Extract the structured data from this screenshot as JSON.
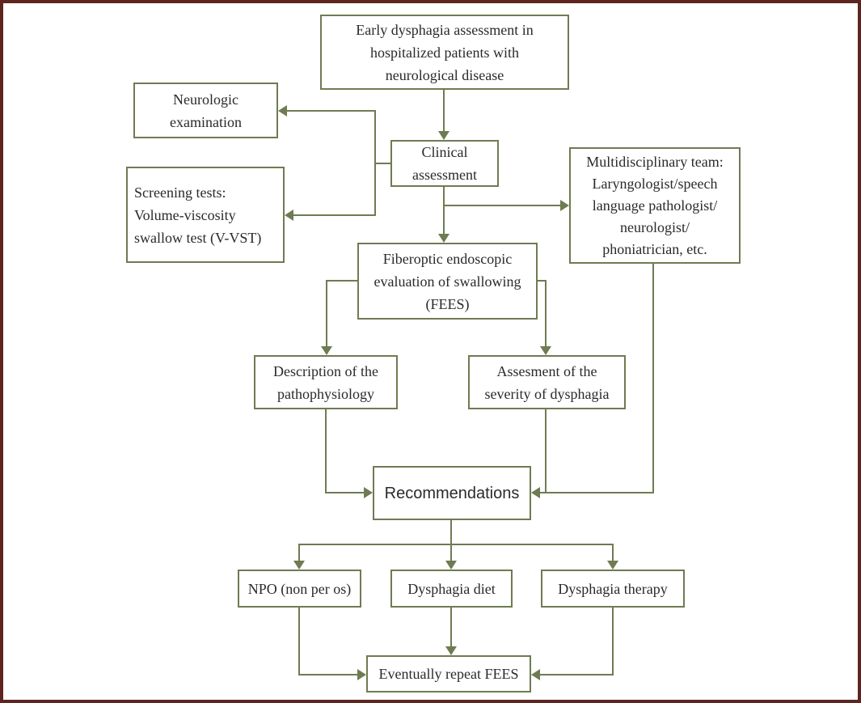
{
  "diagram": {
    "description": "Flowchart of early dysphagia assessment in hospitalized patients with neurological disease",
    "colors": {
      "line": "#6f7b52",
      "frame_border": "#5e241f",
      "text": "#2a2a2a",
      "background": "#ffffff"
    },
    "nodes": {
      "early": "Early dysphagia assessment in\nhospitalized patients with\nneurological disease",
      "neurologic": "Neurologic\nexamination",
      "screening": "Screening tests:\nVolume-viscosity\nswallow test (V-VST)",
      "clinical": "Clinical\nassessment",
      "multi_team": "Multidisciplinary team:\nLaryngologist/speech\nlanguage pathologist/\nneurologist/\nphoniatrician, etc.",
      "fees": "Fiberoptic endoscopic\nevaluation of swallowing\n(FEES)",
      "description_patho": "Description of the\npathophysiology",
      "assessment_severity": "Assesment of the\nseverity of dysphagia",
      "recommendations": "Recommendations",
      "npo": "NPO (non per os)",
      "diet": "Dysphagia diet",
      "therapy": "Dysphagia therapy",
      "repeat_fees": "Eventually repeat FEES"
    },
    "edges": [
      {
        "from": "early",
        "to": "clinical"
      },
      {
        "from": "clinical",
        "to": "neurologic"
      },
      {
        "from": "clinical",
        "to": "screening"
      },
      {
        "from": "clinical",
        "to": "multi_team"
      },
      {
        "from": "clinical",
        "to": "fees"
      },
      {
        "from": "fees",
        "to": "description_patho"
      },
      {
        "from": "fees",
        "to": "assessment_severity"
      },
      {
        "from": "description_patho",
        "to": "recommendations"
      },
      {
        "from": "assessment_severity",
        "to": "recommendations"
      },
      {
        "from": "multi_team",
        "to": "recommendations"
      },
      {
        "from": "recommendations",
        "to": "npo"
      },
      {
        "from": "recommendations",
        "to": "diet"
      },
      {
        "from": "recommendations",
        "to": "therapy"
      },
      {
        "from": "npo",
        "to": "repeat_fees"
      },
      {
        "from": "diet",
        "to": "repeat_fees"
      },
      {
        "from": "therapy",
        "to": "repeat_fees"
      }
    ]
  }
}
